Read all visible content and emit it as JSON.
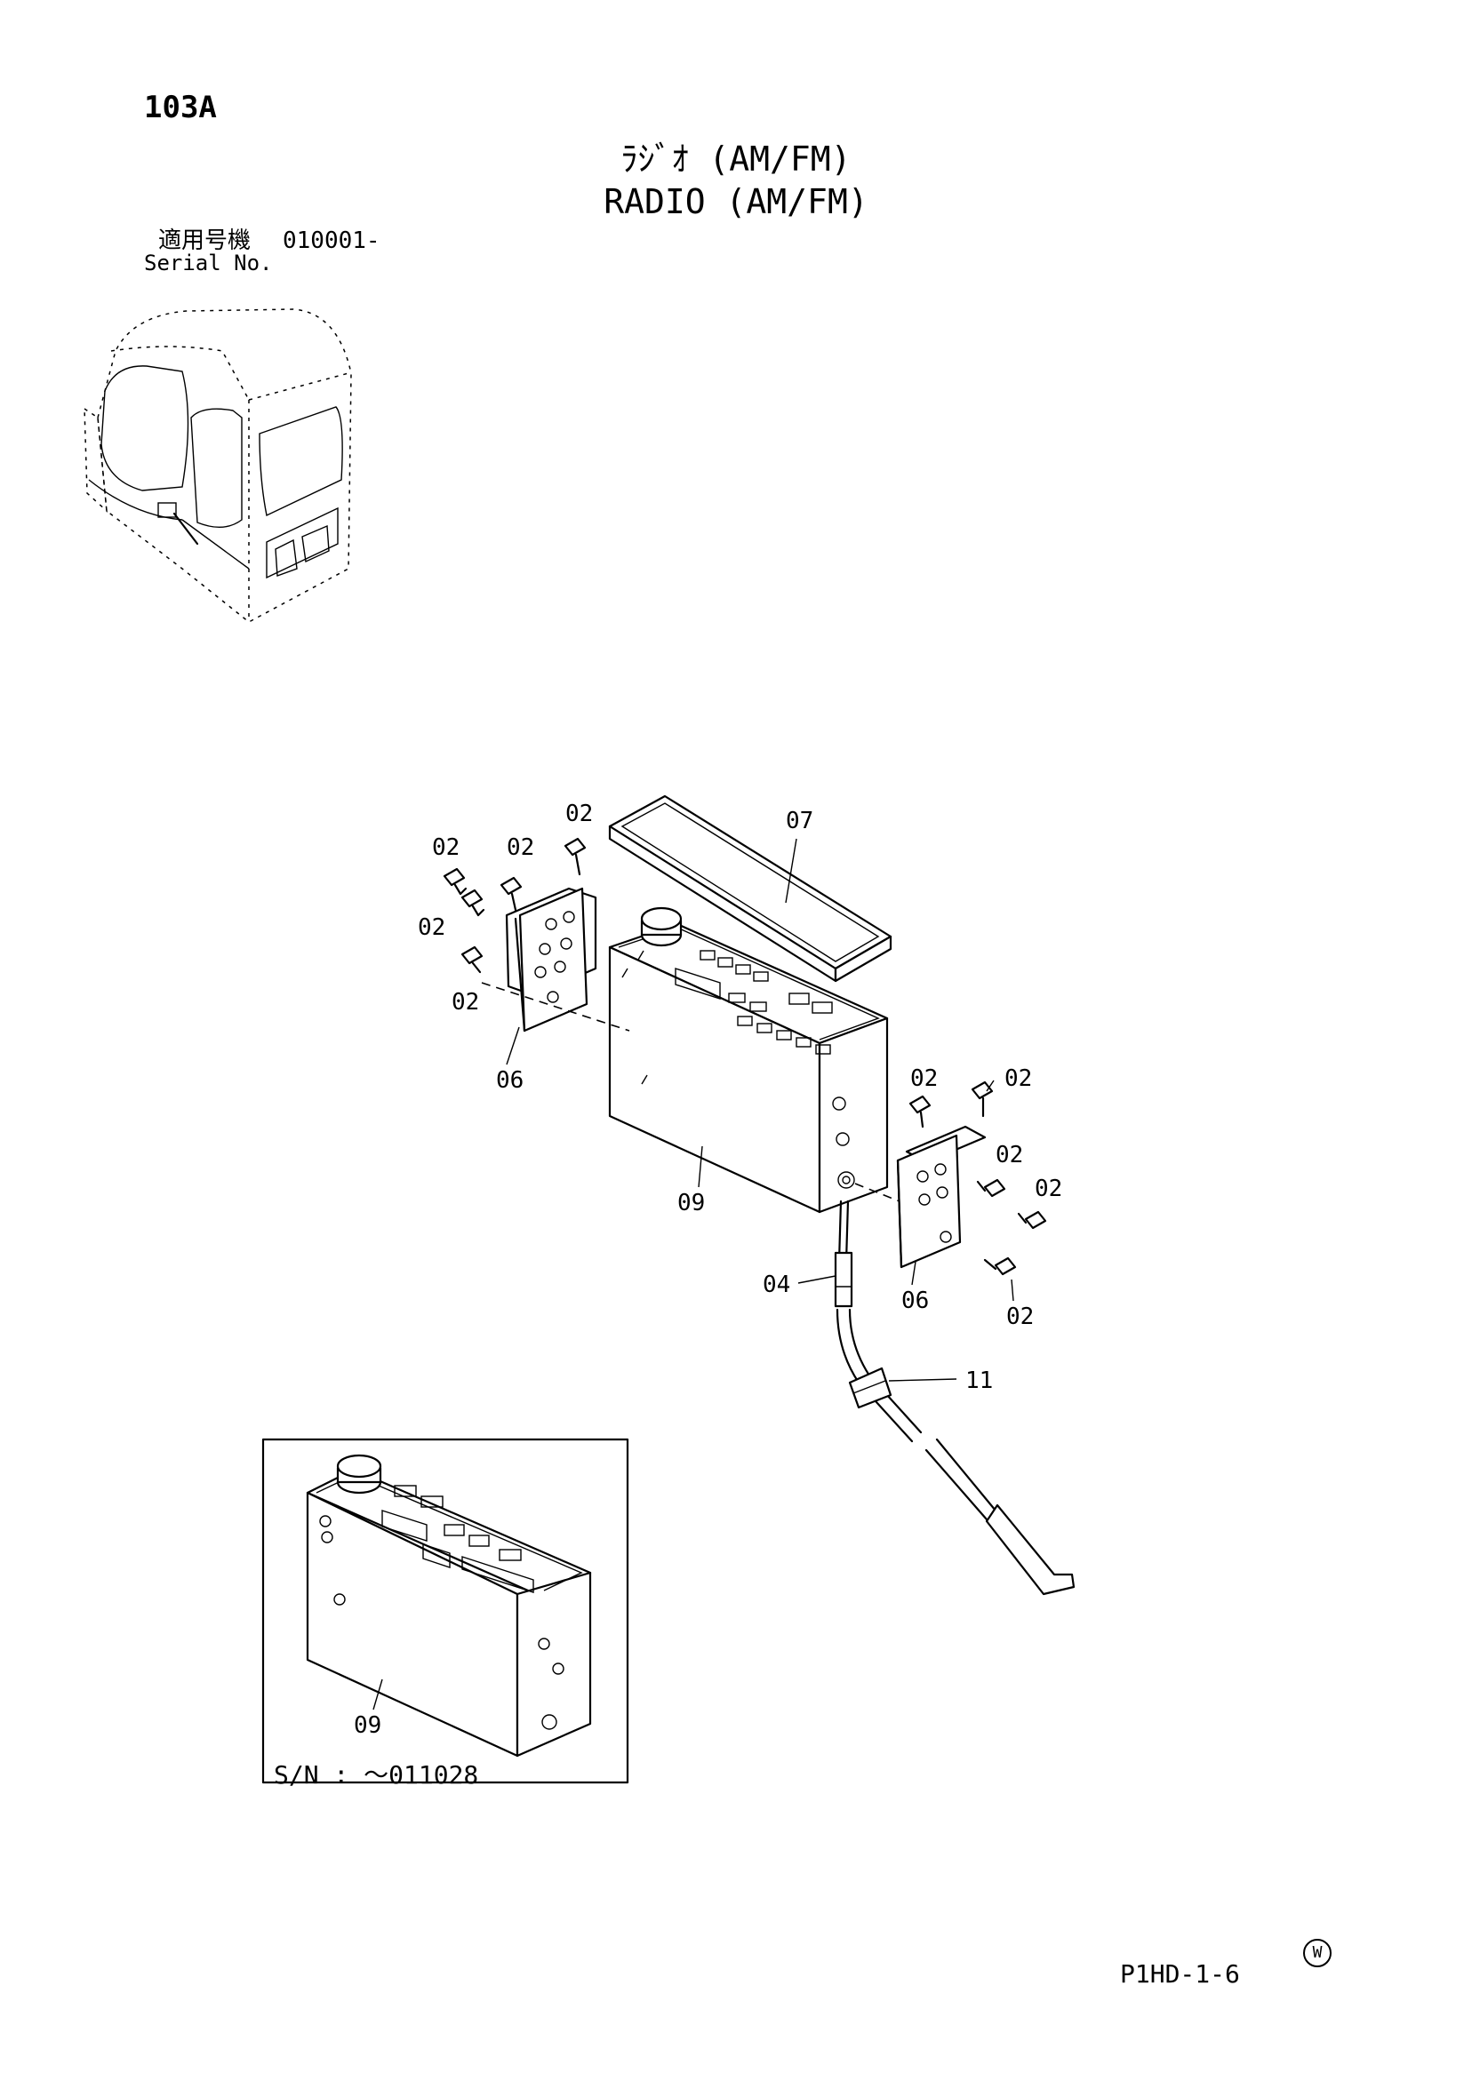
{
  "header": {
    "page_no": "103A",
    "title_jp": "ﾗｼﾞｵ (AM/FM)",
    "title_en": "RADIO (AM/FM)",
    "serial_label_jp": "適用号機",
    "serial_value": "010001-",
    "serial_label_en": "Serial No."
  },
  "callouts": {
    "bolt": "02",
    "antenna_rod": "04",
    "bracket": "06",
    "cover": "07",
    "radio": "09",
    "clamp": "11"
  },
  "inset": {
    "part_label": "09",
    "sn_note": "S/N : ～011028"
  },
  "footer": {
    "mark": "W",
    "code": "P1HD-1-6"
  }
}
